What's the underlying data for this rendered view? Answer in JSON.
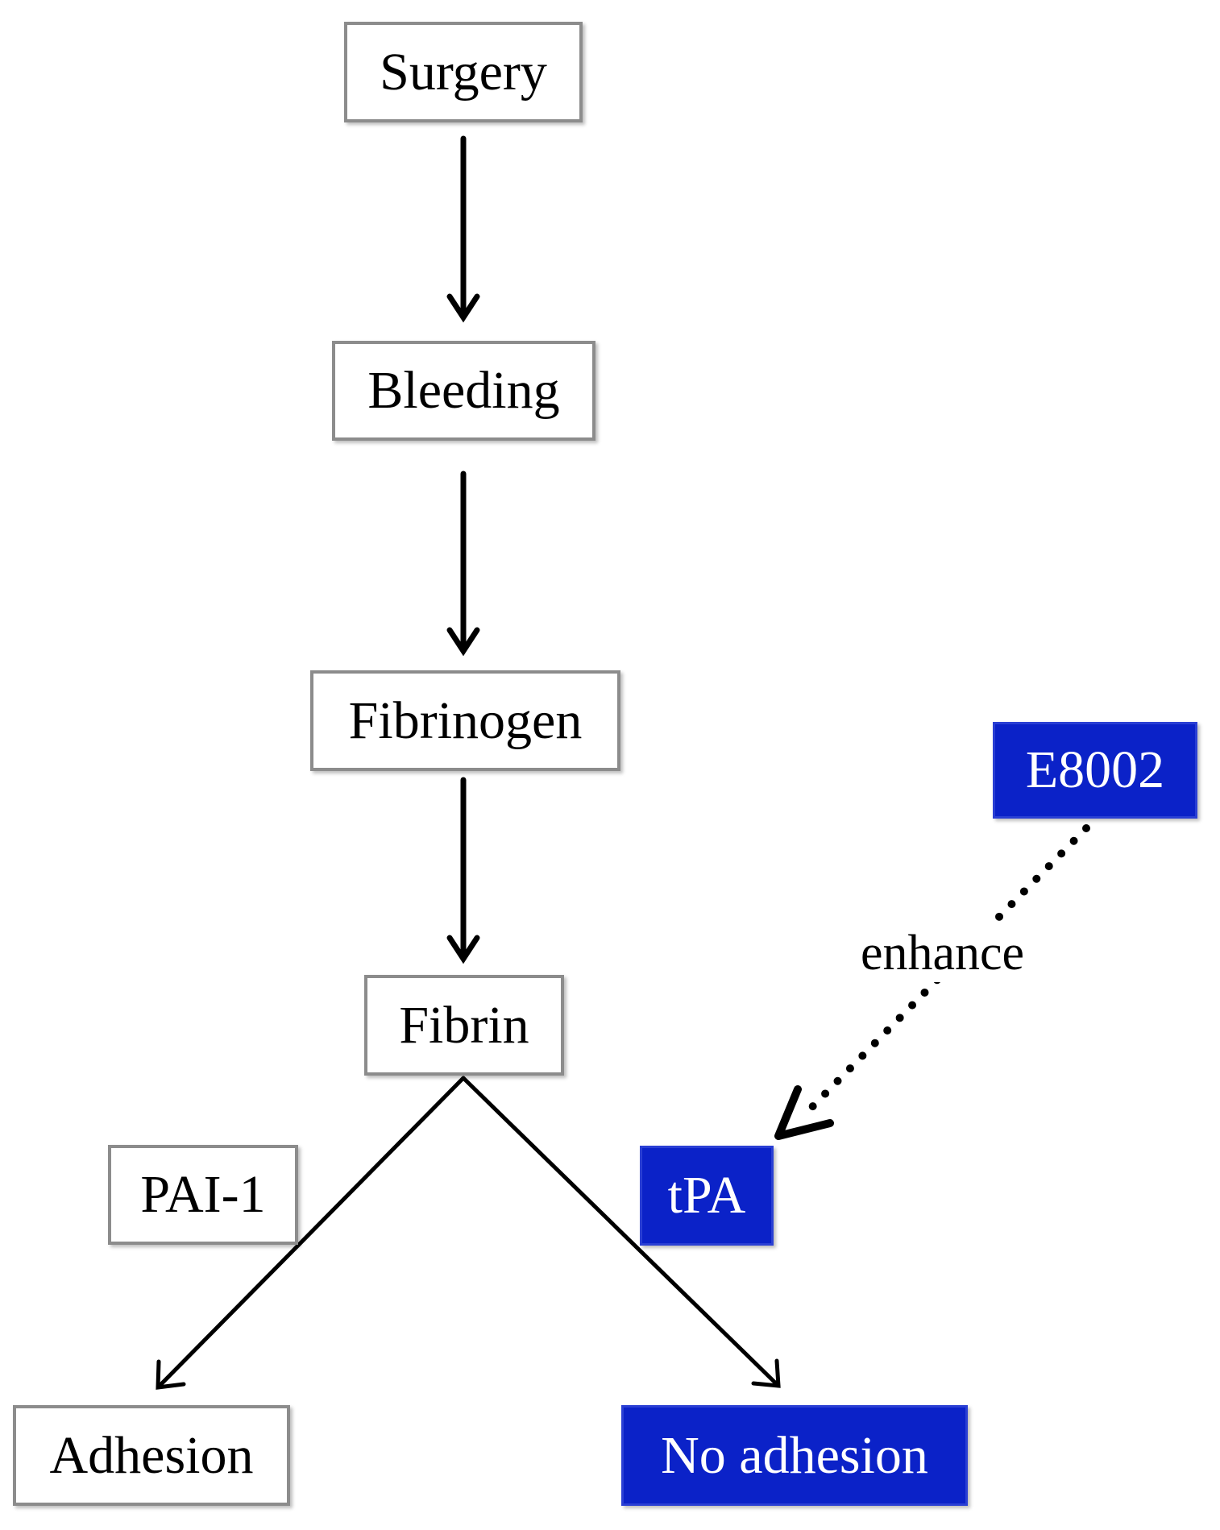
{
  "nodes": {
    "surgery": "Surgery",
    "bleeding": "Bleeding",
    "fibrinogen": "Fibrinogen",
    "fibrin": "Fibrin",
    "pai1": "PAI-1",
    "adhesion": "Adhesion",
    "tpa": "tPA",
    "e8002": "E8002",
    "no_adhesion": "No adhesion"
  },
  "edge_labels": {
    "enhance": "enhance"
  },
  "colors": {
    "highlight_fill": "#0b22c8",
    "plain_border": "#8c8c8c",
    "arrow": "#000000"
  }
}
